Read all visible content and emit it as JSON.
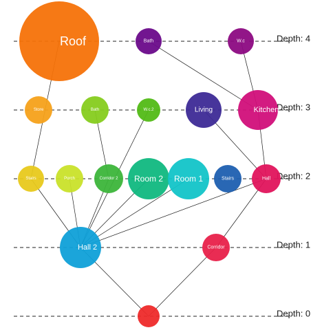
{
  "depth_labels": [
    "Depth: 0",
    "Depth: 1",
    "Depth: 2",
    "Depth: 3",
    "Depth: 4"
  ],
  "nodes": [
    {
      "id": "root",
      "label": "",
      "depth": 0,
      "color": "#ee2a2a"
    },
    {
      "id": "hall2",
      "label": "Hall 2",
      "depth": 1,
      "color": "#0fa0d8"
    },
    {
      "id": "corr1",
      "label": "Corridor",
      "depth": 1,
      "color": "#e8214a"
    },
    {
      "id": "stairs2",
      "label": "Stairs",
      "depth": 2,
      "color": "#e8c91c"
    },
    {
      "id": "porch",
      "label": "Porch",
      "depth": 2,
      "color": "#c9e12a"
    },
    {
      "id": "corr2",
      "label": "Corridor 2",
      "depth": 2,
      "color": "#3cb53a"
    },
    {
      "id": "room2",
      "label": "Room 2",
      "depth": 2,
      "color": "#10b880"
    },
    {
      "id": "room1",
      "label": "Room 1",
      "depth": 2,
      "color": "#12c4c8"
    },
    {
      "id": "stairs",
      "label": "Stairs",
      "depth": 2,
      "color": "#1e5fb0"
    },
    {
      "id": "hall",
      "label": "Hall",
      "depth": 2,
      "color": "#e0145c"
    },
    {
      "id": "store",
      "label": "Store",
      "depth": 3,
      "color": "#f5a11a"
    },
    {
      "id": "bath3",
      "label": "Bath",
      "depth": 3,
      "color": "#86cc1e"
    },
    {
      "id": "wc2",
      "label": "W.c.2",
      "depth": 3,
      "color": "#52bb16"
    },
    {
      "id": "living",
      "label": "Living",
      "depth": 3,
      "color": "#3d2a96"
    },
    {
      "id": "kitchen",
      "label": "Kitchen",
      "depth": 3,
      "color": "#d10f7a"
    },
    {
      "id": "roof",
      "label": "Roof",
      "depth": 4,
      "color": "#f57208"
    },
    {
      "id": "bath4",
      "label": "Bath",
      "depth": 4,
      "color": "#6a0a8a"
    },
    {
      "id": "wc",
      "label": "W.c",
      "depth": 4,
      "color": "#8c0a82"
    }
  ],
  "edges": [
    [
      "root",
      "hall2"
    ],
    [
      "root",
      "corr1"
    ],
    [
      "hall2",
      "stairs2"
    ],
    [
      "hall2",
      "porch"
    ],
    [
      "hall2",
      "corr2"
    ],
    [
      "hall2",
      "room2"
    ],
    [
      "hall2",
      "room1"
    ],
    [
      "hall2",
      "hall"
    ],
    [
      "corr1",
      "hall"
    ],
    [
      "stairs2",
      "roof"
    ],
    [
      "corr2",
      "bath3"
    ],
    [
      "hall2",
      "wc2"
    ],
    [
      "hall",
      "living"
    ],
    [
      "hall",
      "kitchen"
    ],
    [
      "kitchen",
      "bath4"
    ],
    [
      "kitchen",
      "wc"
    ]
  ]
}
